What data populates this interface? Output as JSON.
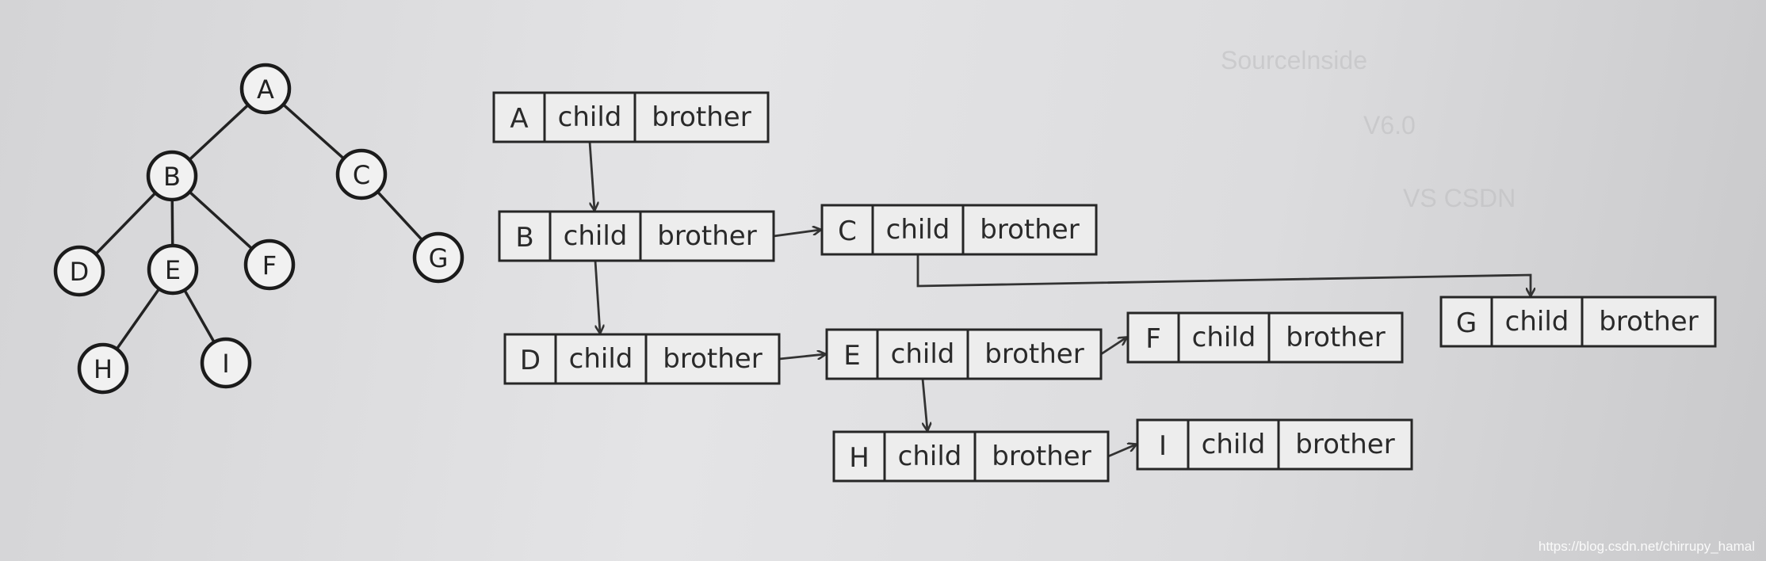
{
  "tree": {
    "nodes": [
      {
        "id": "A",
        "label": "A"
      },
      {
        "id": "B",
        "label": "B"
      },
      {
        "id": "C",
        "label": "C"
      },
      {
        "id": "D",
        "label": "D"
      },
      {
        "id": "E",
        "label": "E"
      },
      {
        "id": "F",
        "label": "F"
      },
      {
        "id": "G",
        "label": "G"
      },
      {
        "id": "H",
        "label": "H"
      },
      {
        "id": "I",
        "label": "I"
      }
    ],
    "edges": [
      [
        "A",
        "B"
      ],
      [
        "A",
        "C"
      ],
      [
        "B",
        "D"
      ],
      [
        "B",
        "E"
      ],
      [
        "B",
        "F"
      ],
      [
        "C",
        "G"
      ],
      [
        "E",
        "H"
      ],
      [
        "E",
        "I"
      ]
    ]
  },
  "records": [
    {
      "id": "A",
      "label": "A",
      "child": "child",
      "brother": "brother"
    },
    {
      "id": "B",
      "label": "B",
      "child": "child",
      "brother": "brother"
    },
    {
      "id": "C",
      "label": "C",
      "child": "child",
      "brother": "brother"
    },
    {
      "id": "D",
      "label": "D",
      "child": "child",
      "brother": "brother"
    },
    {
      "id": "E",
      "label": "E",
      "child": "child",
      "brother": "brother"
    },
    {
      "id": "F",
      "label": "F",
      "child": "child",
      "brother": "brother"
    },
    {
      "id": "G",
      "label": "G",
      "child": "child",
      "brother": "brother"
    },
    {
      "id": "H",
      "label": "H",
      "child": "child",
      "brother": "brother"
    },
    {
      "id": "I",
      "label": "I",
      "child": "child",
      "brother": "brother"
    }
  ],
  "links": [
    {
      "from": "A",
      "to": "B",
      "type": "child"
    },
    {
      "from": "B",
      "to": "C",
      "type": "brother"
    },
    {
      "from": "B",
      "to": "D",
      "type": "child"
    },
    {
      "from": "C",
      "to": "G",
      "type": "child"
    },
    {
      "from": "D",
      "to": "E",
      "type": "brother"
    },
    {
      "from": "E",
      "to": "F",
      "type": "brother"
    },
    {
      "from": "E",
      "to": "H",
      "type": "child"
    },
    {
      "from": "H",
      "to": "I",
      "type": "brother"
    }
  ],
  "background_text": [
    "Sourcelnside",
    "V6.0",
    "VS CSDN"
  ],
  "watermark": "https://blog.csdn.net/chirrupy_hamal"
}
